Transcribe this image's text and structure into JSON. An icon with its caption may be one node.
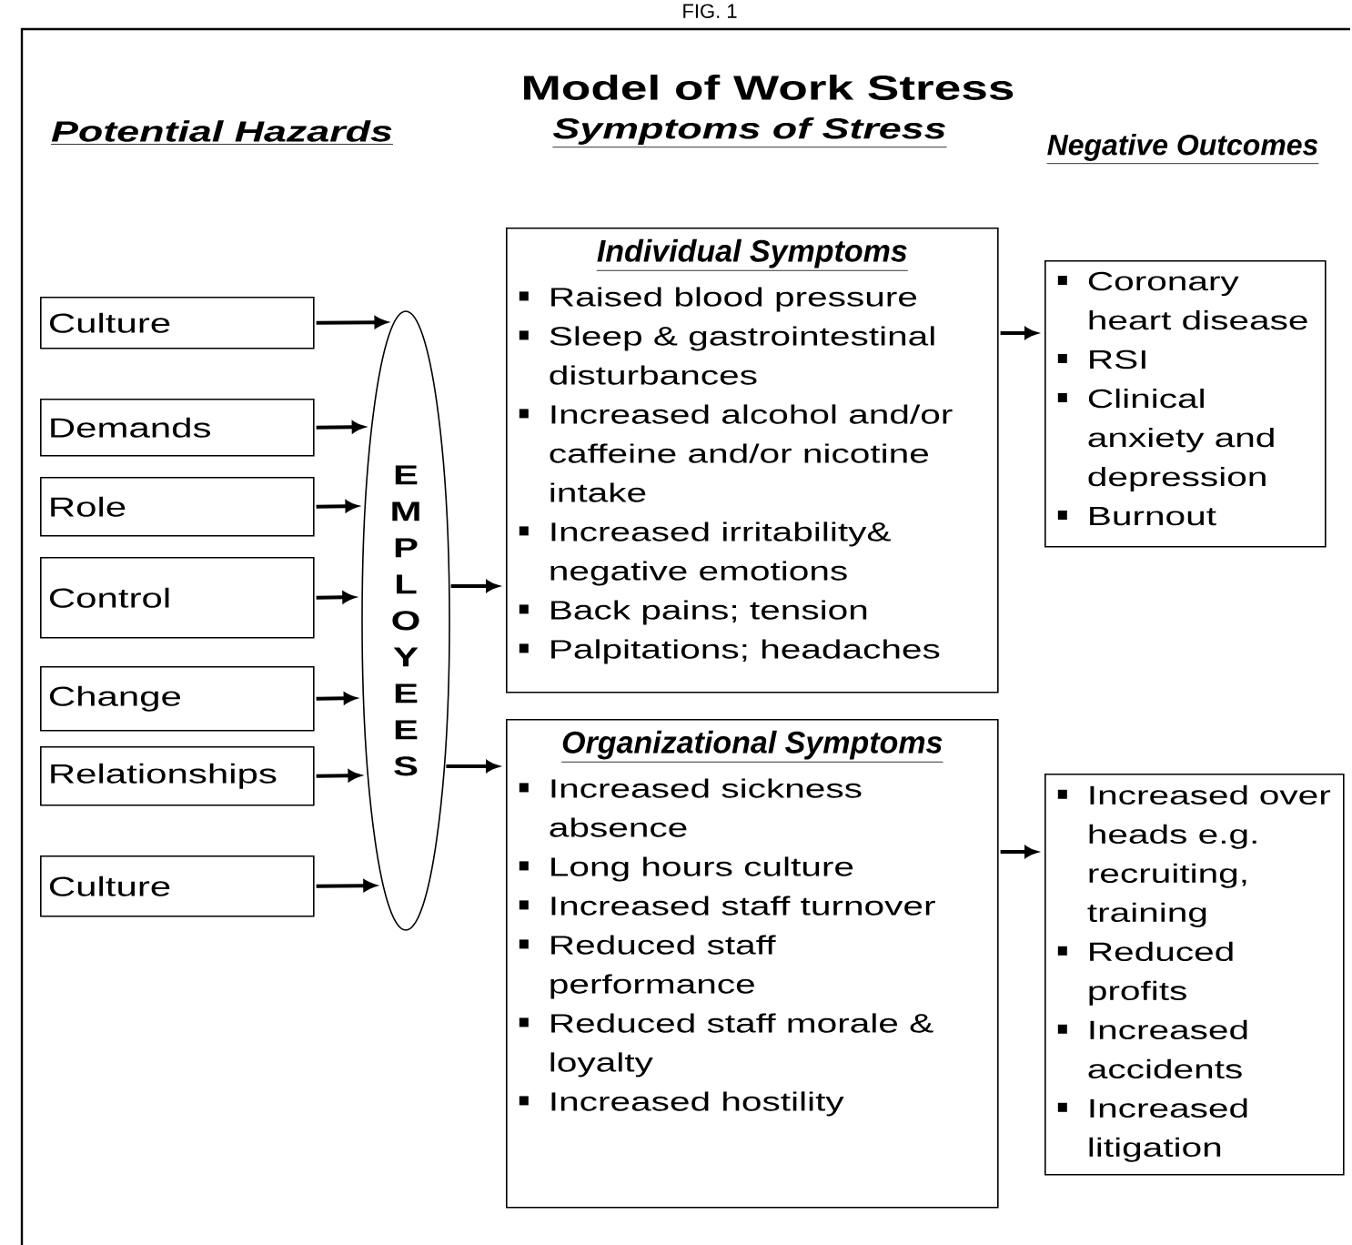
{
  "diagram": {
    "title": "Model of Work Stress",
    "nodes": [
      {
        "text": [
          "Culture"
        ]
      },
      {
        "text": [
          "Demands"
        ]
      },
      {
        "text": [
          "Role"
        ]
      },
      {
        "text": [
          "Control"
        ]
      },
      {
        "text": [
          "Change"
        ]
      },
      {
        "text": [
          "Relationships"
        ]
      },
      {
        "text": [
          "Culture"
        ]
      },
      {
        "text": [
          "E M P L O Y E E S"
        ]
      },
      {
        "text": [
          "Individual Symptoms",
          "Raised blood pressure",
          "Sleep & gastrointestinal disturbances",
          "Increased alcohol and/or caffeine and/or nicotine intake",
          "Increased irritability& negative emotions",
          "Back pains; tension",
          "Palpitations; headaches"
        ]
      },
      {
        "text": [
          "Coronary heart disease",
          "RSI",
          "Clinical anxiety and depression",
          "Burnout"
        ]
      },
      {
        "text": [
          "Organizational Symptoms",
          "Increased sickness absence",
          "Long hours culture",
          "Increased staff turnover",
          "Reduced staff performance",
          "Reduced staff morale & loyalty",
          "Increased hostility"
        ]
      },
      {
        "text": [
          "Increased over heads e.g. recruiting, training",
          "Reduced profits",
          "Increased accidents",
          "Increased litigation"
        ]
      }
    ],
    "edges": [
      {
        "from": 0,
        "to": 7,
        "arrow": "to"
      },
      {
        "from": 1,
        "to": 7,
        "arrow": "to"
      },
      {
        "from": 2,
        "to": 7,
        "arrow": "to"
      },
      {
        "from": 3,
        "to": 7,
        "arrow": "to"
      },
      {
        "from": 4,
        "to": 7,
        "arrow": "to"
      },
      {
        "from": 5,
        "to": 7,
        "arrow": "to"
      },
      {
        "from": 6,
        "to": 7,
        "arrow": "to"
      },
      {
        "from": 7,
        "to": 8,
        "arrow": "to"
      },
      {
        "from": 7,
        "to": 10,
        "arrow": "to"
      },
      {
        "from": 8,
        "to": 9,
        "arrow": "to"
      },
      {
        "from": 10,
        "to": 11,
        "arrow": "to"
      }
    ],
    "labels": [
      "FIG. 1",
      "Potential Hazards",
      "Symptoms of Stress",
      "Negative Outcomes"
    ]
  }
}
